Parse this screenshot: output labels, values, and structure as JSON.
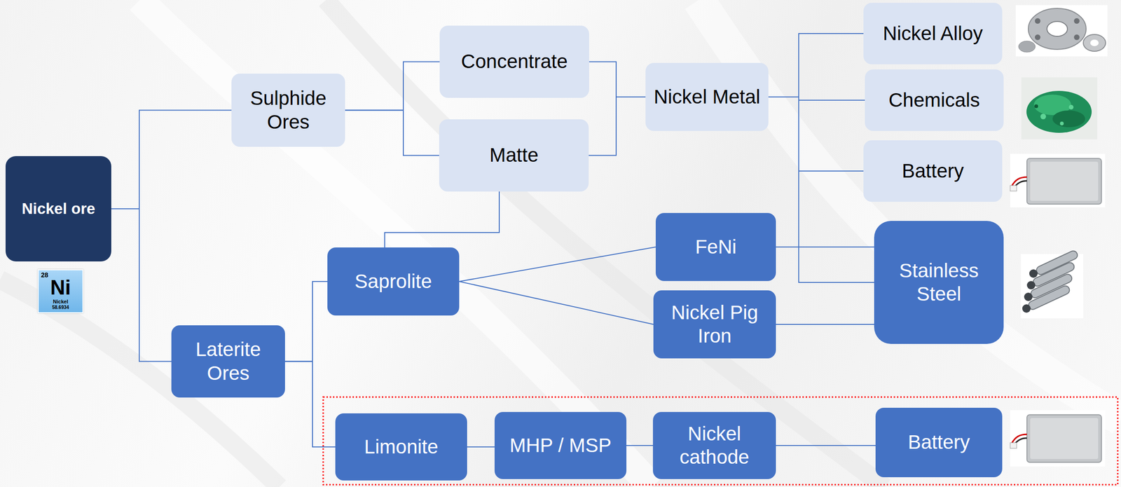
{
  "diagram": {
    "nodes": [
      {
        "text": [
          "Nickel ore"
        ]
      },
      {
        "text": [
          "Sulphide Ores"
        ]
      },
      {
        "text": [
          "Concentrate"
        ]
      },
      {
        "text": [
          "Matte"
        ]
      },
      {
        "text": [
          "Nickel Metal"
        ]
      },
      {
        "text": [
          "Nickel Alloy"
        ]
      },
      {
        "text": [
          "Chemicals"
        ]
      },
      {
        "text": [
          "Battery"
        ]
      },
      {
        "text": [
          "Laterite Ores"
        ]
      },
      {
        "text": [
          "Saprolite"
        ]
      },
      {
        "text": [
          "FeNi"
        ]
      },
      {
        "text": [
          "Nickel Pig Iron"
        ]
      },
      {
        "text": [
          "Stainless Steel"
        ]
      },
      {
        "text": [
          "Limonite"
        ]
      },
      {
        "text": [
          "MHP / MSP"
        ]
      },
      {
        "text": [
          "Nickel cathode"
        ]
      },
      {
        "text": [
          "Battery"
        ]
      }
    ],
    "edges": [
      {
        "from": 0,
        "to": 1,
        "arrow": "none"
      },
      {
        "from": 0,
        "to": 8,
        "arrow": "none"
      },
      {
        "from": 1,
        "to": 2,
        "arrow": "none"
      },
      {
        "from": 1,
        "to": 3,
        "arrow": "none"
      },
      {
        "from": 2,
        "to": 4,
        "arrow": "none"
      },
      {
        "from": 3,
        "to": 4,
        "arrow": "none"
      },
      {
        "from": 4,
        "to": 5,
        "arrow": "none"
      },
      {
        "from": 4,
        "to": 6,
        "arrow": "none"
      },
      {
        "from": 4,
        "to": 7,
        "arrow": "none"
      },
      {
        "from": 4,
        "to": 12,
        "arrow": "none"
      },
      {
        "from": 8,
        "to": 9,
        "arrow": "none"
      },
      {
        "from": 8,
        "to": 13,
        "arrow": "none"
      },
      {
        "from": 9,
        "to": 3,
        "arrow": "none"
      },
      {
        "from": 9,
        "to": 10,
        "arrow": "none"
      },
      {
        "from": 9,
        "to": 11,
        "arrow": "none"
      },
      {
        "from": 10,
        "to": 12,
        "arrow": "none"
      },
      {
        "from": 11,
        "to": 12,
        "arrow": "none"
      },
      {
        "from": 13,
        "to": 14,
        "arrow": "none"
      },
      {
        "from": 14,
        "to": 15,
        "arrow": "none"
      },
      {
        "from": 15,
        "to": 16,
        "arrow": "none"
      }
    ],
    "labels": [
      "28",
      "Ni",
      "Nickel",
      "58.6934"
    ]
  }
}
